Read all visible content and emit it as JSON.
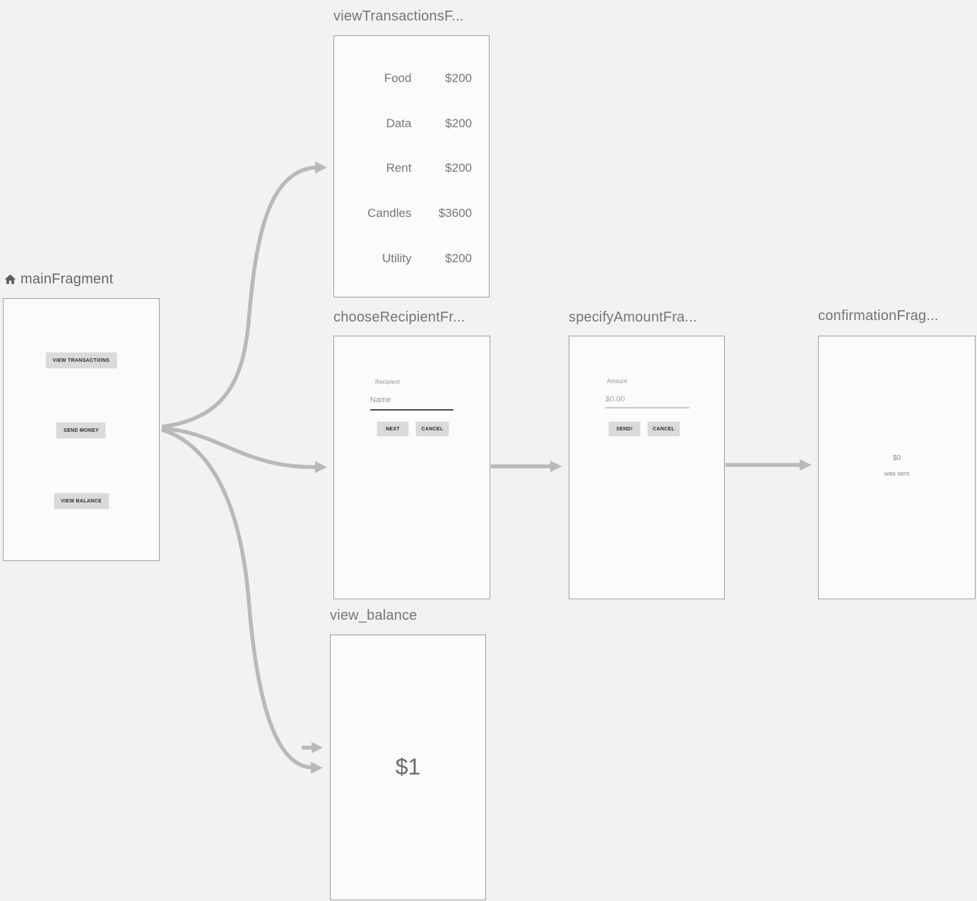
{
  "editor": {
    "background": "#f2f2f2",
    "arrow_color": "#b9b9b9",
    "card_background": "#fbfbfb",
    "card_border": "#9e9e9e"
  },
  "fragments": {
    "view_transactions": {
      "title": "viewTransactionsF...",
      "rows": [
        {
          "label": "Food",
          "amount": "$200"
        },
        {
          "label": "Data",
          "amount": "$200"
        },
        {
          "label": "Rent",
          "amount": "$200"
        },
        {
          "label": "Candles",
          "amount": "$3600"
        },
        {
          "label": "Utility",
          "amount": "$200"
        }
      ]
    },
    "main": {
      "title": "mainFragment",
      "home_icon": "home-icon",
      "buttons": {
        "view_transactions": "VIEW TRANSACTIONS",
        "send_money": "SEND MONEY",
        "view_balance": "VIEW BALANCE"
      }
    },
    "choose_recipient": {
      "title": "chooseRecipientFr...",
      "field_label": "Recipient",
      "field_value": "Name",
      "next_button": "NEXT",
      "cancel_button": "CANCEL"
    },
    "specify_amount": {
      "title": "specifyAmountFra...",
      "field_label": "Amount",
      "field_value": "$0.00",
      "send_button": "SEND!",
      "cancel_button": "CANCEL"
    },
    "confirmation": {
      "title": "confirmationFrag...",
      "amount": "$0",
      "message": "was sent"
    },
    "view_balance": {
      "title": "view_balance",
      "balance": "$1"
    }
  }
}
